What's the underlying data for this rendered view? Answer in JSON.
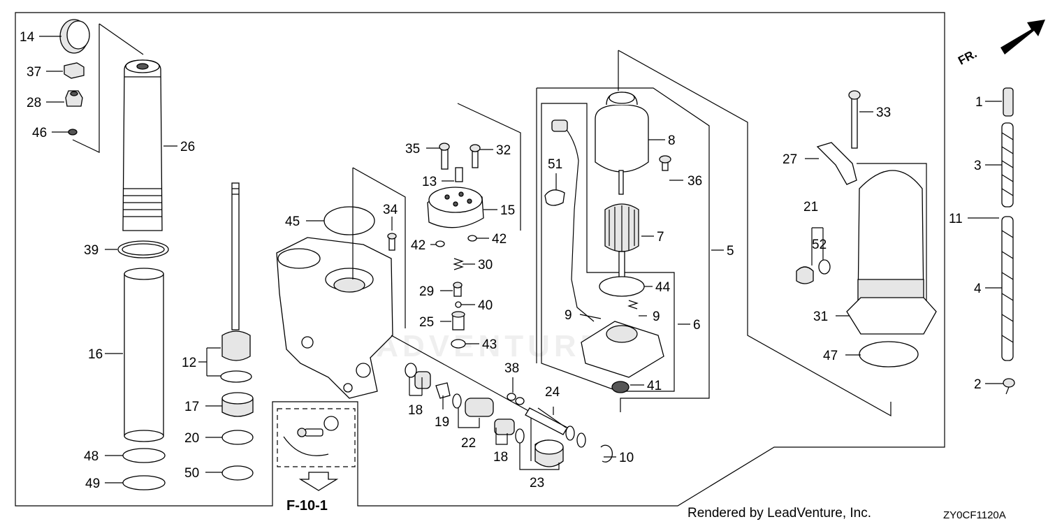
{
  "callouts": [
    {
      "id": "14",
      "text": "14"
    },
    {
      "id": "37",
      "text": "37"
    },
    {
      "id": "28",
      "text": "28"
    },
    {
      "id": "46",
      "text": "46"
    },
    {
      "id": "26",
      "text": "26"
    },
    {
      "id": "39",
      "text": "39"
    },
    {
      "id": "16",
      "text": "16"
    },
    {
      "id": "48",
      "text": "48"
    },
    {
      "id": "49",
      "text": "49"
    },
    {
      "id": "12",
      "text": "12"
    },
    {
      "id": "17",
      "text": "17"
    },
    {
      "id": "20",
      "text": "20"
    },
    {
      "id": "50",
      "text": "50"
    },
    {
      "id": "45",
      "text": "45"
    },
    {
      "id": "34",
      "text": "34"
    },
    {
      "id": "35",
      "text": "35"
    },
    {
      "id": "32",
      "text": "32"
    },
    {
      "id": "13",
      "text": "13"
    },
    {
      "id": "15",
      "text": "15"
    },
    {
      "id": "42a",
      "text": "42"
    },
    {
      "id": "42b",
      "text": "42"
    },
    {
      "id": "30",
      "text": "30"
    },
    {
      "id": "29",
      "text": "29"
    },
    {
      "id": "40",
      "text": "40"
    },
    {
      "id": "25",
      "text": "25"
    },
    {
      "id": "43",
      "text": "43"
    },
    {
      "id": "18a",
      "text": "18"
    },
    {
      "id": "19",
      "text": "19"
    },
    {
      "id": "22",
      "text": "22"
    },
    {
      "id": "18b",
      "text": "18"
    },
    {
      "id": "38",
      "text": "38"
    },
    {
      "id": "24",
      "text": "24"
    },
    {
      "id": "23",
      "text": "23"
    },
    {
      "id": "10",
      "text": "10"
    },
    {
      "id": "51",
      "text": "51"
    },
    {
      "id": "8",
      "text": "8"
    },
    {
      "id": "36",
      "text": "36"
    },
    {
      "id": "7",
      "text": "7"
    },
    {
      "id": "5",
      "text": "5"
    },
    {
      "id": "44",
      "text": "44"
    },
    {
      "id": "9a",
      "text": "9"
    },
    {
      "id": "9b",
      "text": "9"
    },
    {
      "id": "6",
      "text": "6"
    },
    {
      "id": "41",
      "text": "41"
    },
    {
      "id": "33",
      "text": "33"
    },
    {
      "id": "27",
      "text": "27"
    },
    {
      "id": "21",
      "text": "21"
    },
    {
      "id": "52",
      "text": "52"
    },
    {
      "id": "31",
      "text": "31"
    },
    {
      "id": "47",
      "text": "47"
    },
    {
      "id": "11",
      "text": "11"
    },
    {
      "id": "1",
      "text": "1"
    },
    {
      "id": "3",
      "text": "3"
    },
    {
      "id": "4",
      "text": "4"
    },
    {
      "id": "2",
      "text": "2"
    }
  ],
  "reference": "F-10-1",
  "direction_label": "FR.",
  "credit": "Rendered by LeadVenture, Inc.",
  "diagram_code": "ZY0CF1120A",
  "watermark": "LEADVENTURE"
}
